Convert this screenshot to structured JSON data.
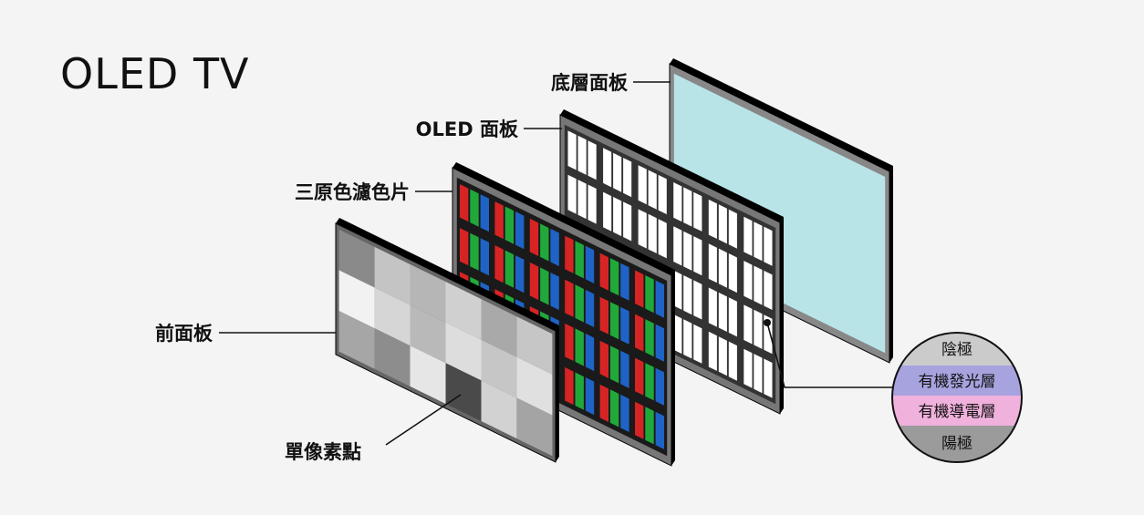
{
  "title": "OLED TV",
  "labels": {
    "backplane": "底層面板",
    "oled_panel": "OLED 面板",
    "color_filter": "三原色濾色片",
    "front_panel": "前面板",
    "pixel": "單像素點"
  },
  "cross_section": {
    "layers": [
      {
        "label": "陰極",
        "color": "#cbcbcb"
      },
      {
        "label": "有機發光層",
        "color": "#a7a3df"
      },
      {
        "label": "有機導電層",
        "color": "#f0b1dc"
      },
      {
        "label": "陽極",
        "color": "#9b9b9b"
      }
    ]
  },
  "colors": {
    "background": "#f4f4f4",
    "frame": "#111111",
    "backplane_glass": "#b8e4e8",
    "filter_red": "#d62424",
    "filter_green": "#21a83a",
    "filter_blue": "#1f63c6",
    "panel_cell": "#ffffff",
    "panel_grid": "#333333"
  },
  "front_panel_grid": {
    "rows": 3,
    "cols": 6,
    "gray_levels": [
      [
        "#8a8a8a",
        "#c4c4c4",
        "#b6b6b6",
        "#d0d0d0",
        "#a9a9a9",
        "#c6c6c6"
      ],
      [
        "#f2f2f2",
        "#d6d6d6",
        "#b9b9b9",
        "#dddddd",
        "#c6c6c6",
        "#e0e0e0"
      ],
      [
        "#a6a6a6",
        "#8d8d8d",
        "#e6e6e6",
        "#4a4a4a",
        "#d2d2d2",
        "#a4a4a4"
      ]
    ]
  }
}
